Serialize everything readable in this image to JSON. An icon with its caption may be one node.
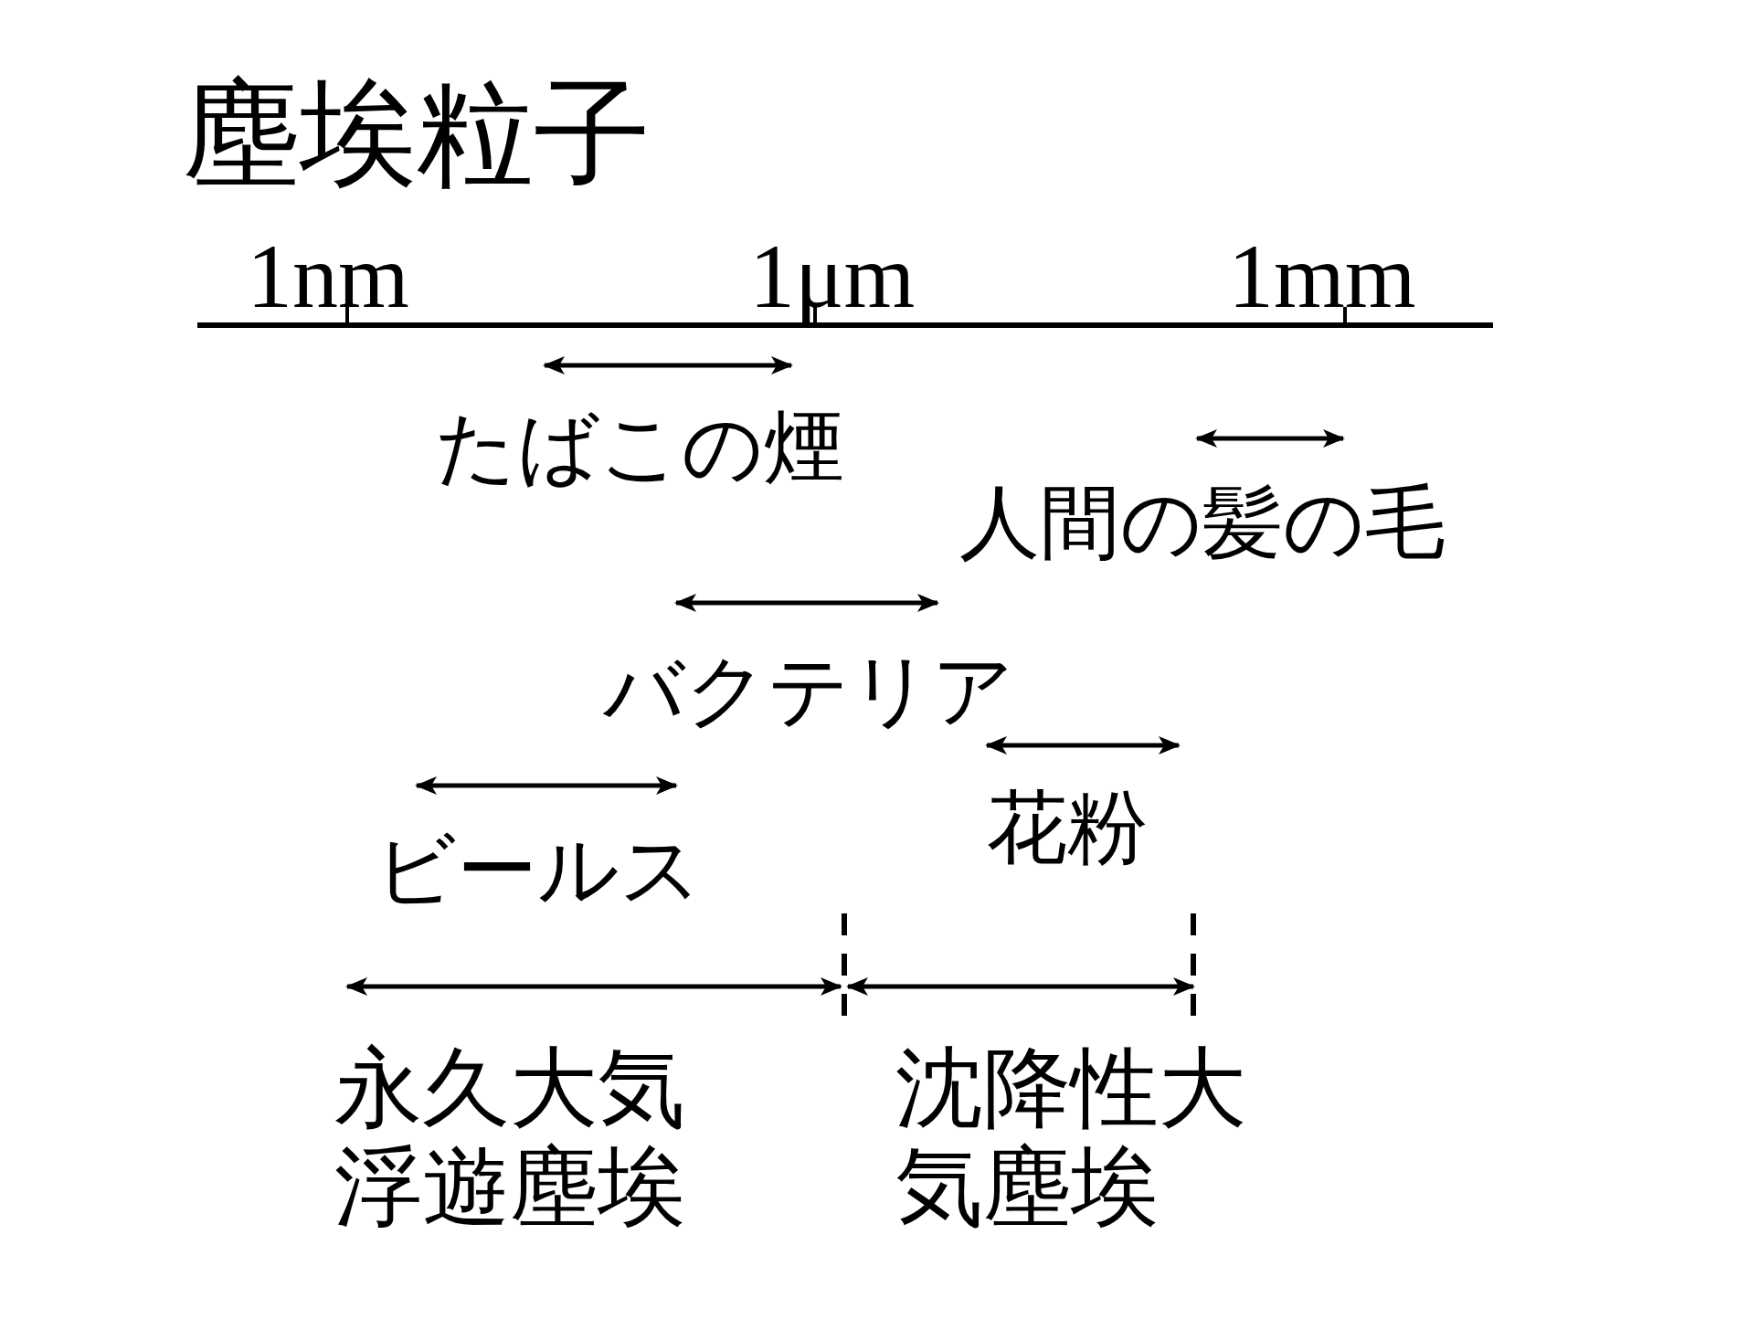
{
  "diagram": {
    "title": "塵埃粒子",
    "labels": [
      "1nm",
      "1μm",
      "1mm",
      "たばこの煙",
      "人間の髪の毛",
      "バクテリア",
      "ビールス",
      "花粉",
      "永久大気浮遊塵埃",
      "沈降性大気塵埃"
    ]
  }
}
